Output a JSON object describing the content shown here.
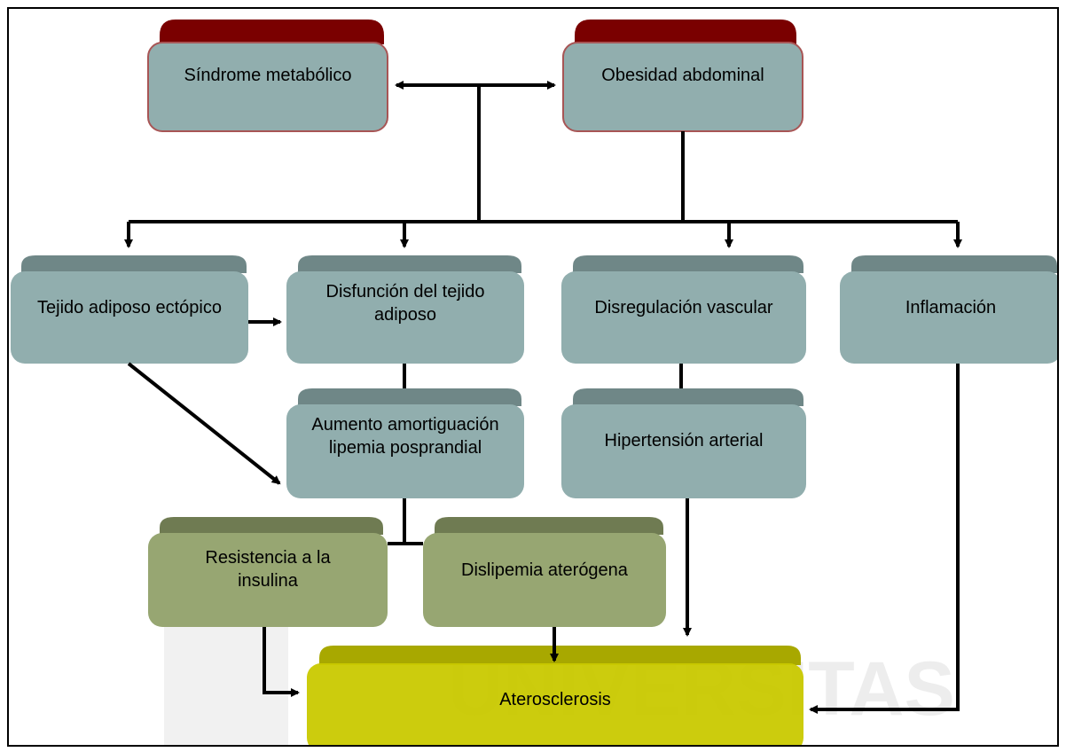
{
  "nodes": {
    "sindrome": "Síndrome metabólico",
    "obesidad": "Obesidad abdominal",
    "tejido_ectopico": "Tejido adiposo ectópico",
    "disfuncion": "Disfunción del tejido adiposo",
    "disregulacion": "Disregulación vascular",
    "inflamacion": "Inflamación",
    "aumento": "Aumento amortiguación lipemia posprandial",
    "hipertension": "Hipertensión arterial",
    "resistencia": "Resistencia a la insulina",
    "dislipemia": "Dislipemia aterógena",
    "aterosclerosis": "Aterosclerosis"
  },
  "watermark": {
    "text": "UNIVERSITAS"
  },
  "colors": {
    "top_header": "#7a0000",
    "top_body": "#91aeae",
    "mid_body": "#91aeae",
    "mid_header": "#6f8787",
    "low_body": "#97a672",
    "low_header": "#6f7b52",
    "end_body": "#c9c900",
    "end_header": "#a8a800",
    "arrow": "#000000"
  }
}
